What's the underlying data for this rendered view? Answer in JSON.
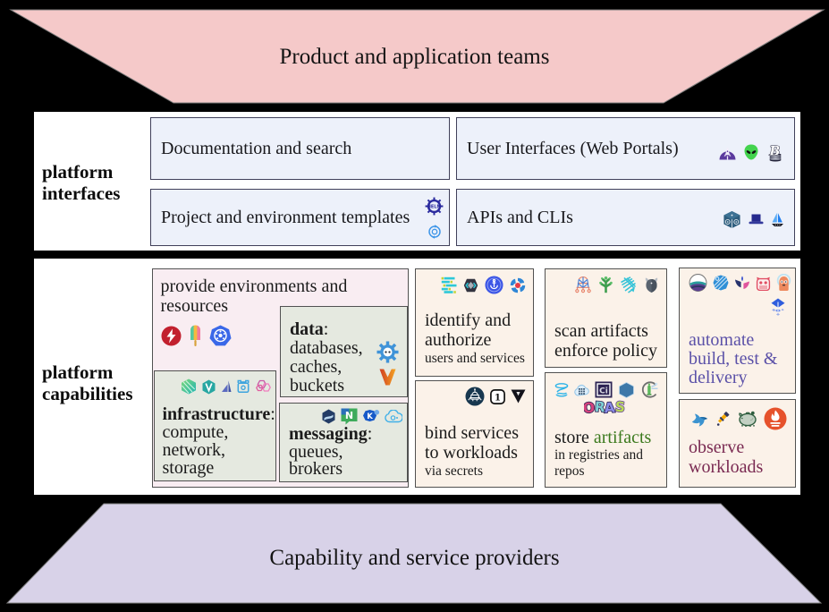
{
  "banners": {
    "top_label": "Product and application teams",
    "bottom_label": "Capability and service providers"
  },
  "interfaces": {
    "label_line1": "platform",
    "label_line2": "interfaces",
    "documentation": {
      "label": "Documentation and search"
    },
    "user_interfaces": {
      "label": "User Interfaces (Web Portals)",
      "icons": [
        "rocket-dome",
        "alien-head",
        "backstage-stack"
      ]
    },
    "templates": {
      "label": "Project and environment templates",
      "icons": [
        "helm-wheel",
        "circular-arrows"
      ]
    },
    "apis": {
      "label": "APIs and CLIs",
      "icons": [
        "patterned-cube",
        "top-hat",
        "sailboat"
      ]
    }
  },
  "capabilities": {
    "label_line1": "platform",
    "label_line2": "capabilities",
    "environments": {
      "title_line1": "provide environments and",
      "title_line2": "resources",
      "icons": [
        "lightning-circle",
        "popsicle",
        "kubernetes-heptagon"
      ],
      "data": {
        "term": "data",
        "separator": ":",
        "items": [
          "databases,",
          "caches,",
          "buckets"
        ],
        "icons": [
          "gear-robot",
          "vitess-v"
        ]
      },
      "infrastructure": {
        "term": "infrastructure",
        "separator": ":",
        "items": [
          "compute,",
          "network,",
          "storage"
        ],
        "icons": [
          "striped-cube",
          "hexagon-v",
          "istio-sail",
          "toolbox-chest",
          "pink-hexagons"
        ]
      },
      "messaging": {
        "term": "messaging",
        "separator": ":",
        "items": [
          "queues,",
          "brokers"
        ],
        "icons": [
          "wave-hexagon",
          "nats-square",
          "kubemq-badge",
          "cloud-events"
        ]
      }
    },
    "identify": {
      "line1": "identify and",
      "line2": "authorize",
      "caption": "users and services",
      "icons": [
        "spiffe-bars",
        "spire-hex",
        "anchor-badge",
        "pinwheel"
      ]
    },
    "bind": {
      "line1": "bind services",
      "line2": "to workloads",
      "caption": "via secrets",
      "icons": [
        "lander-circle",
        "onepassword",
        "vault-triangle"
      ]
    },
    "scan": {
      "line1": "scan artifacts",
      "line2": "enforce policy",
      "icons": [
        "trellis",
        "green-tree",
        "falco-bird",
        "viking-helmet"
      ]
    },
    "store": {
      "line1_prefix": "store ",
      "line1_highlight": "artifacts",
      "caption_line1": "in registries and",
      "caption_line2": "repos",
      "icons": [
        "whirl-cup",
        "cloud-grid",
        "ci-square",
        "steel-hexagon",
        "lighthouse-ring"
      ],
      "oras_letters": [
        "O",
        "R",
        "A",
        "S"
      ]
    },
    "automate": {
      "line1": "automate",
      "line2": "build, test &",
      "line3": "delivery",
      "icons": [
        "swirl-sphere",
        "striped-ball",
        "wing-ribbons",
        "robot-cat",
        "orange-creature",
        "flux-diamonds"
      ]
    },
    "observe": {
      "line1": "observe",
      "line2": "workloads",
      "icons": [
        "blue-bird",
        "telescope",
        "piggy-bank",
        "prometheus-flame"
      ]
    }
  },
  "icon_glyphs": {
    "backstage_letter": "B",
    "helm_text": "HELM",
    "nats_letter": "N",
    "kubemq_letter": "K",
    "onepassword_digit": "1",
    "ci_label": "Ci"
  },
  "colors": {
    "background": "#000000",
    "top_banner": "#f5c9c9",
    "bottom_banner": "#d8d2e8",
    "panel": "#ffffff",
    "interface_cell": "#edf1fa",
    "environments_box": "#f9edf2",
    "resource_box": "#e5e9e0",
    "capability_box": "#fbf2e9",
    "automate_text": "#5b51a8",
    "observe_text": "#7a2a52",
    "artifacts_text": "#3c7a1e"
  }
}
